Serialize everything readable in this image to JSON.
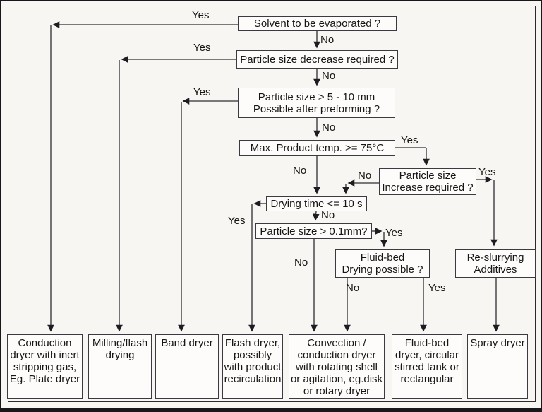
{
  "diagram": {
    "decisions": {
      "solvent": "Solvent to be evaporated ?",
      "size_decrease": "Particle size decrease required ?",
      "preforming": "Particle size > 5 - 10 mm\nPossible after preforming ?",
      "max_temp": "Max. Product temp. >= 75°C",
      "size_increase": "Particle size\nIncrease required ?",
      "drying_time": "Drying time <= 10 s",
      "particle_size_01": "Particle size > 0.1mm?",
      "fluid_bed": "Fluid-bed\nDrying possible ?",
      "reslurry": "Re-slurrying\nAdditives"
    },
    "outcomes": {
      "conduction_dryer": "Conduction\ndryer with inert\nstripping gas,\nEg. Plate dryer",
      "milling_flash": "Milling/flash\ndrying",
      "band_dryer": "Band dryer",
      "flash_dryer": "Flash dryer,\npossibly\nwith product\nrecirculation",
      "convection_conduction": "Convection /\nconduction dryer\nwith rotating shell\nor agitation, eg.disk\nor rotary dryer",
      "fluid_bed_dryer": "Fluid-bed\ndryer, circular\nstirred tank or\nrectangular",
      "spray_dryer": "Spray dryer"
    },
    "edge_labels": {
      "yes": "Yes",
      "no": "No"
    },
    "colors": {
      "line": "#2e2e33",
      "box_border": "#3a3a40",
      "background": "#f8f6f2"
    }
  }
}
